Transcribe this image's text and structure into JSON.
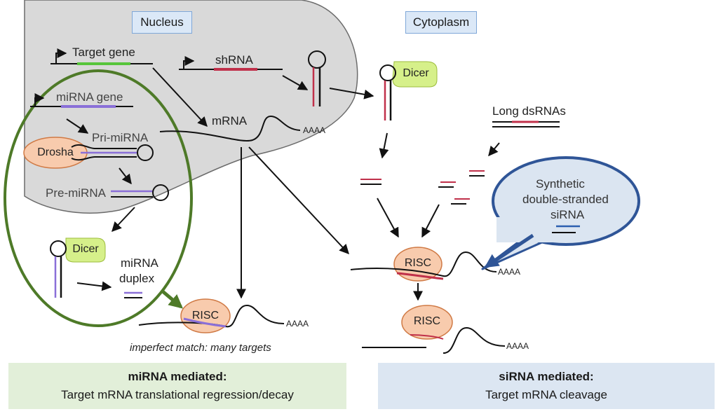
{
  "compartments": {
    "nucleus": "Nucleus",
    "cytoplasm": "Cytoplasm"
  },
  "genes": {
    "target_gene": "Target gene",
    "shrna": "shRNA",
    "mirna_gene": "miRNA gene"
  },
  "molecules": {
    "mrna": "mRNA",
    "pri_mirna": "Pri-miRNA",
    "pre_mirna": "Pre-miRNA",
    "mirna_duplex_line1": "miRNA",
    "mirna_duplex_line2": "duplex",
    "long_dsrnas": "Long dsRNAs",
    "poly_a": "AAAA"
  },
  "enzymes": {
    "drosha": "Drosha",
    "dicer": "Dicer",
    "risc": "RISC"
  },
  "synthetic": {
    "line1": "Synthetic",
    "line2": "double-stranded",
    "line3": "siRNA"
  },
  "caption": "imperfect match: many targets",
  "panels": {
    "mirna": {
      "title": "miRNA mediated:",
      "subtitle": "Target mRNA translational regression/decay"
    },
    "sirna": {
      "title": "siRNA mediated:",
      "subtitle": "Target mRNA cleavage"
    }
  },
  "colors": {
    "nucleus_fill": "#d9d9d9",
    "mirna_outline": "#4e7a28",
    "mirna_panel": "#e2efd9",
    "sirna_panel": "#dce6f2",
    "synthetic_outline": "#2f5597",
    "synthetic_fill": "#dbe5f1",
    "enzyme_fill": "#f8cbad",
    "dicer_fill": "#d6f08a",
    "target_green": "#57c53b",
    "shrna_red": "#c0304a",
    "mirna_purple": "#8a6fd8",
    "sirna_blue": "#2c5fb0"
  }
}
